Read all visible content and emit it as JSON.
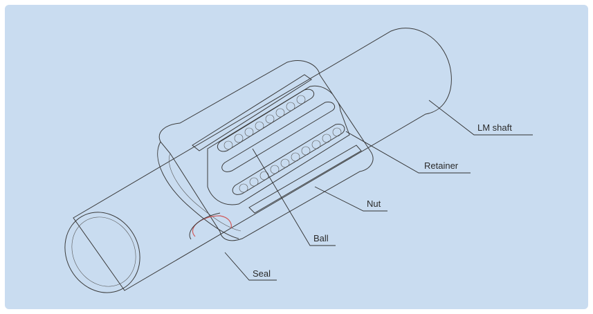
{
  "diagram": {
    "background_color": "#c9dcf0",
    "body_color": "#ffffff",
    "edge_color": "#3a3a3a",
    "seal_accent_color": "#d05a5a",
    "labels": {
      "lm_shaft": "LM shaft",
      "retainer": "Retainer",
      "nut": "Nut",
      "ball": "Ball",
      "seal": "Seal"
    }
  }
}
